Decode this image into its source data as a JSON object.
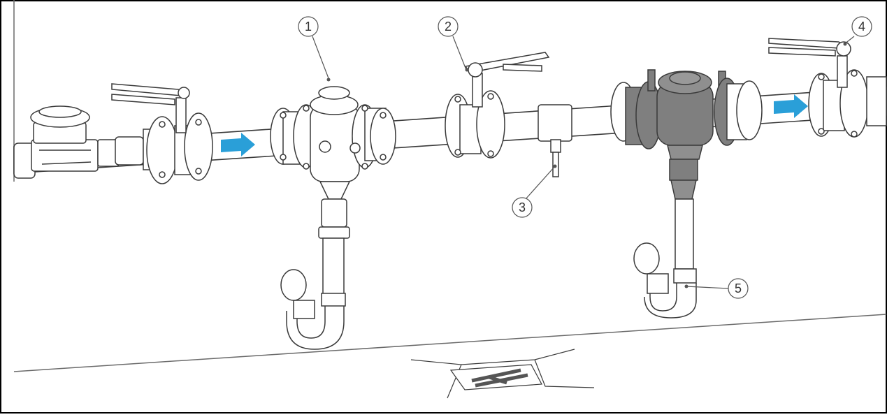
{
  "diagram": {
    "callouts": [
      {
        "id": "c1",
        "label": "1"
      },
      {
        "id": "c2",
        "label": "2"
      },
      {
        "id": "c3",
        "label": "3"
      },
      {
        "id": "c4",
        "label": "4"
      },
      {
        "id": "c5",
        "label": "5"
      }
    ],
    "colors": {
      "outline": "#3a3a3a",
      "flow_arrow": "#2a9fd8",
      "dark_valve": "#7f7f7f",
      "frame": "#000000"
    },
    "icons": [
      "flow-arrow-icon",
      "ball-valve-icon",
      "water-meter-icon",
      "floor-drain-icon"
    ]
  }
}
